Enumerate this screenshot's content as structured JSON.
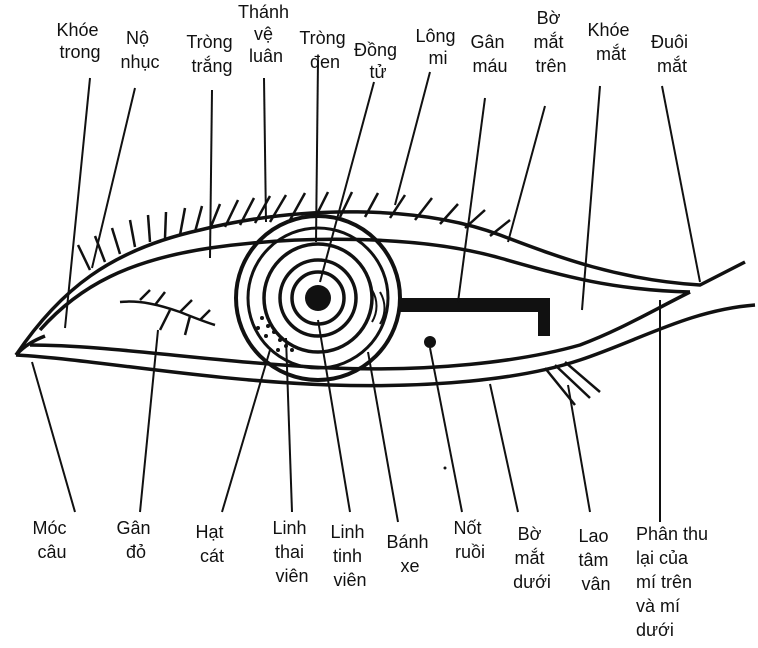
{
  "labels": {
    "khoe_trong": [
      "Khóe",
      "trong"
    ],
    "no_nhuc": [
      "Nộ",
      "nhục"
    ],
    "trong_trang": [
      "Tròng",
      "trắng"
    ],
    "thanh_ve_luan": [
      "Thánh",
      "vệ",
      "luân"
    ],
    "trong_den": [
      "Tròng",
      "đen"
    ],
    "dong_tu": [
      "Đồng",
      "tử"
    ],
    "long_mi": [
      "Lông",
      "mi"
    ],
    "gan_mau": [
      "Gân",
      "máu"
    ],
    "bo_mat_tren": [
      "Bờ",
      "mắt",
      "trên"
    ],
    "khoe_mat": [
      "Khóe",
      "mắt"
    ],
    "duoi_mat": [
      "Đuôi",
      "mắt"
    ],
    "moc_cau": [
      "Móc",
      "câu"
    ],
    "gan_do": [
      "Gân",
      "đỏ"
    ],
    "hat_cat": [
      "Hạt",
      "cát"
    ],
    "linh_thai_vien": [
      "Linh",
      "thai",
      "viên"
    ],
    "linh_tinh_vien": [
      "Linh",
      "tinh",
      "viên"
    ],
    "banh_xe": [
      "Bánh",
      "xe"
    ],
    "not_ruoi": [
      "Nốt",
      "ruồi"
    ],
    "bo_mat_duoi": [
      "Bờ",
      "mắt",
      "dưới"
    ],
    "lao_tam_van": [
      "Lao",
      "tâm",
      "vân"
    ],
    "phan_thu": [
      "Phân thu",
      "lại của",
      "mí trên",
      "và mí",
      "dưới"
    ]
  },
  "colors": {
    "ink": "#111111",
    "paper": "#ffffff"
  }
}
